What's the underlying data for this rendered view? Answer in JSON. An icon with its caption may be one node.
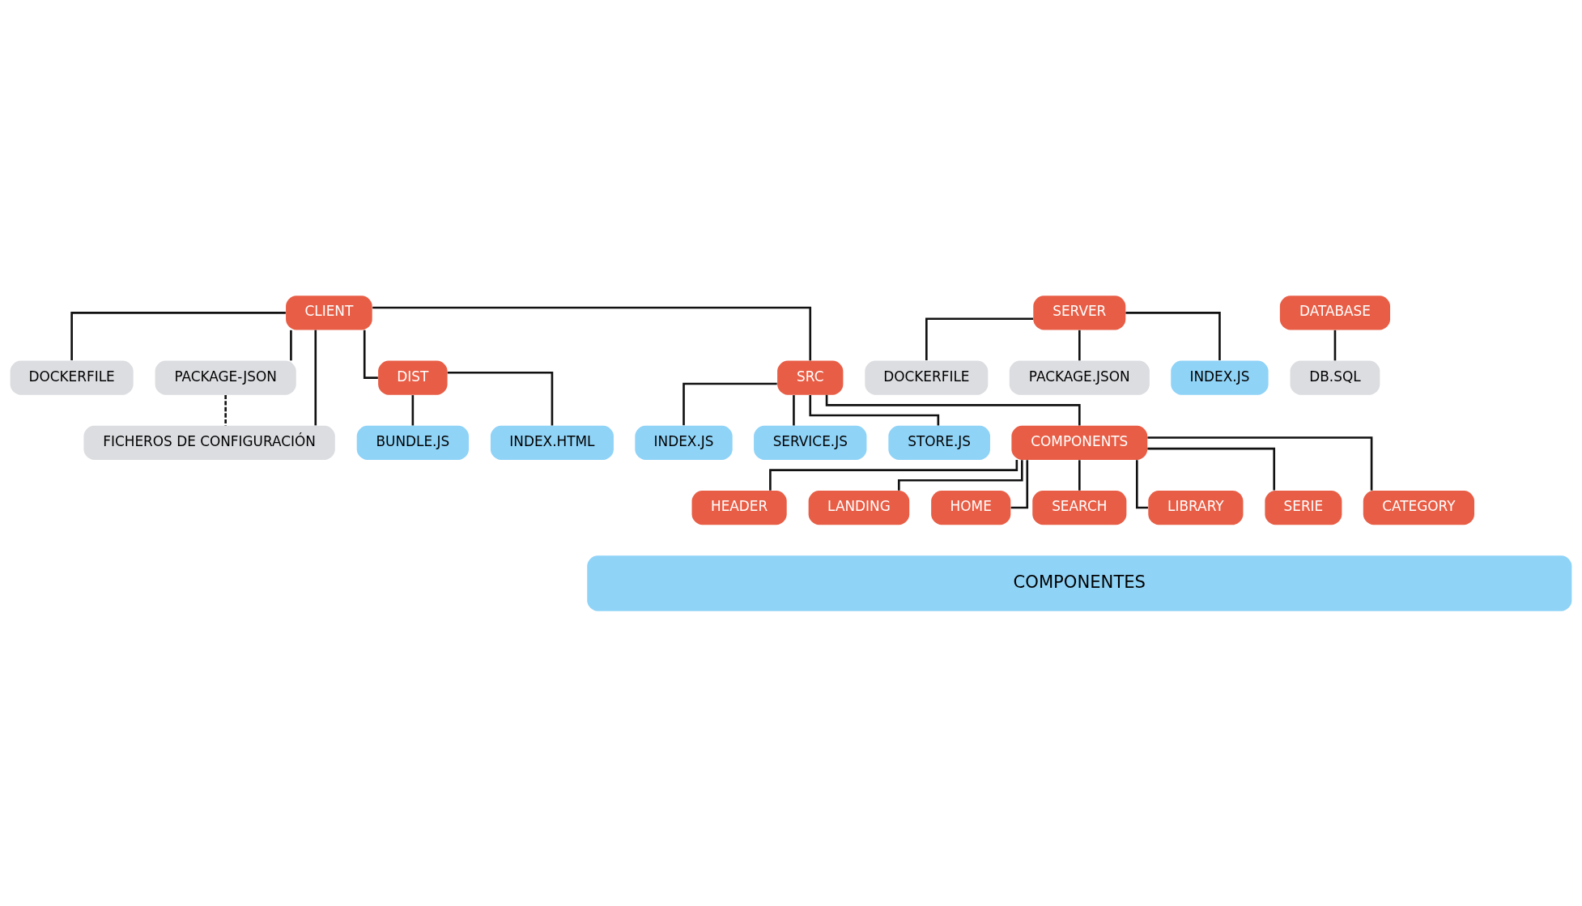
{
  "diagram": {
    "nodes": [
      {
        "text": [
          "CLIENT"
        ]
      },
      {
        "text": [
          "DOCKERFILE"
        ]
      },
      {
        "text": [
          "PACKAGE-JSON"
        ]
      },
      {
        "text": [
          "FICHEROS DE CONFIGURACIÓN"
        ]
      },
      {
        "text": [
          "DIST"
        ]
      },
      {
        "text": [
          "BUNDLE.JS"
        ]
      },
      {
        "text": [
          "INDEX.HTML"
        ]
      },
      {
        "text": [
          "SRC"
        ]
      },
      {
        "text": [
          "INDEX.JS"
        ]
      },
      {
        "text": [
          "SERVICE.JS"
        ]
      },
      {
        "text": [
          "STORE.JS"
        ]
      },
      {
        "text": [
          "COMPONENTS"
        ]
      },
      {
        "text": [
          "SERVER"
        ]
      },
      {
        "text": [
          "DOCKERFILE"
        ]
      },
      {
        "text": [
          "PACKAGE.JSON"
        ]
      },
      {
        "text": [
          "INDEX.JS"
        ]
      },
      {
        "text": [
          "DATABASE"
        ]
      },
      {
        "text": [
          "DB.SQL"
        ]
      },
      {
        "text": [
          "HEADER"
        ]
      },
      {
        "text": [
          "LANDING"
        ]
      },
      {
        "text": [
          "HOME"
        ]
      },
      {
        "text": [
          "SEARCH"
        ]
      },
      {
        "text": [
          "LIBRARY"
        ]
      },
      {
        "text": [
          "SERIE"
        ]
      },
      {
        "text": [
          "CATEGORY"
        ]
      },
      {
        "text": [
          "COMPONENTES"
        ]
      }
    ],
    "edges": [
      {
        "from": 0,
        "to": 1,
        "arrow": "none"
      },
      {
        "from": 0,
        "to": 2,
        "arrow": "none"
      },
      {
        "from": 0,
        "to": 3,
        "arrow": "none"
      },
      {
        "from": 2,
        "to": 3,
        "arrow": "none",
        "style": "dashed"
      },
      {
        "from": 0,
        "to": 4,
        "arrow": "none"
      },
      {
        "from": 0,
        "to": 7,
        "arrow": "none"
      },
      {
        "from": 4,
        "to": 5,
        "arrow": "none"
      },
      {
        "from": 4,
        "to": 6,
        "arrow": "none"
      },
      {
        "from": 7,
        "to": 8,
        "arrow": "none"
      },
      {
        "from": 7,
        "to": 9,
        "arrow": "none"
      },
      {
        "from": 7,
        "to": 10,
        "arrow": "none"
      },
      {
        "from": 7,
        "to": 11,
        "arrow": "none"
      },
      {
        "from": 11,
        "to": 18,
        "arrow": "none"
      },
      {
        "from": 11,
        "to": 19,
        "arrow": "none"
      },
      {
        "from": 11,
        "to": 20,
        "arrow": "none"
      },
      {
        "from": 11,
        "to": 21,
        "arrow": "none"
      },
      {
        "from": 11,
        "to": 22,
        "arrow": "none"
      },
      {
        "from": 11,
        "to": 23,
        "arrow": "none"
      },
      {
        "from": 11,
        "to": 24,
        "arrow": "none"
      },
      {
        "from": 12,
        "to": 13,
        "arrow": "none"
      },
      {
        "from": 12,
        "to": 14,
        "arrow": "none"
      },
      {
        "from": 12,
        "to": 15,
        "arrow": "none"
      },
      {
        "from": 16,
        "to": 17,
        "arrow": "none"
      }
    ]
  }
}
